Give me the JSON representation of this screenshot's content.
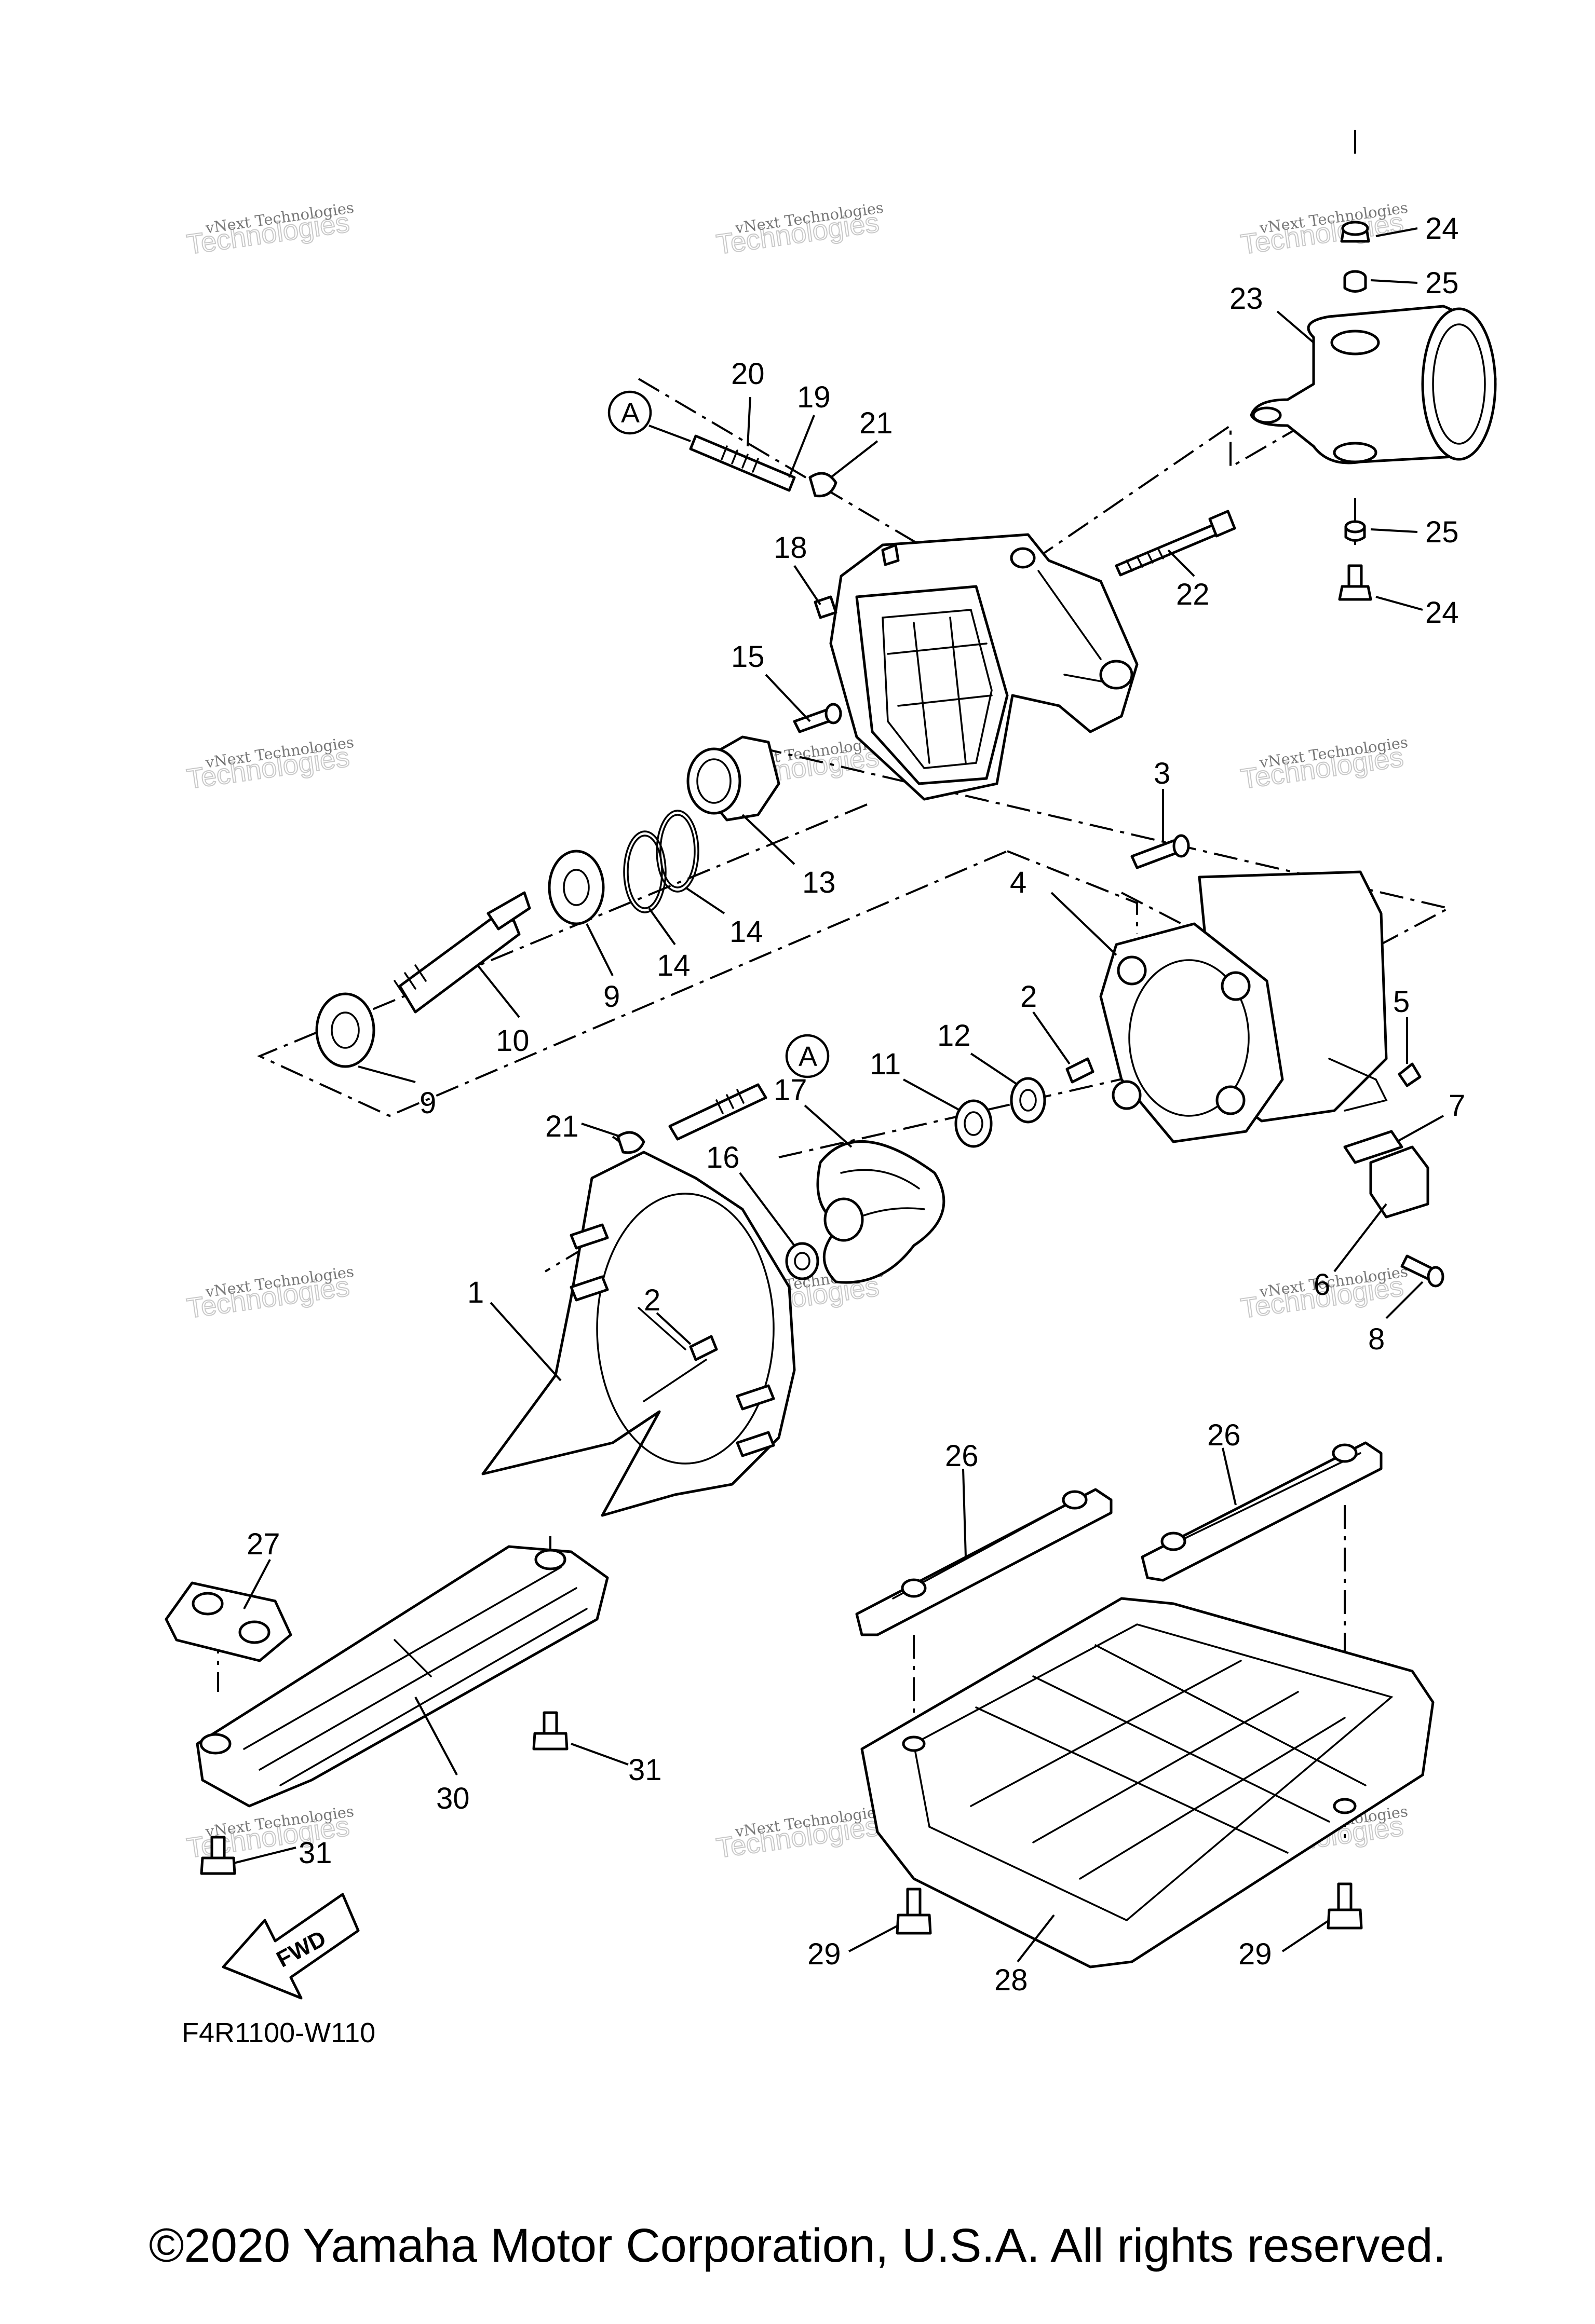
{
  "diagram": {
    "ref_code": "F4R1100-W110",
    "fwd_label": "FWD",
    "junction_marker": "A",
    "watermark": {
      "line1": "vNext Technologies",
      "line2": "Technologies",
      "line0": "vNext"
    },
    "callouts": {
      "c1": "1",
      "c2a": "2",
      "c2b": "2",
      "c3": "3",
      "c4": "4",
      "c5": "5",
      "c6": "6",
      "c7": "7",
      "c8": "8",
      "c9a": "9",
      "c9b": "9",
      "c10": "10",
      "c11": "11",
      "c12": "12",
      "c13": "13",
      "c14a": "14",
      "c14b": "14",
      "c15": "15",
      "c16": "16",
      "c17": "17",
      "c18": "18",
      "c19": "19",
      "c20": "20",
      "c21a": "21",
      "c21b": "21",
      "c22": "22",
      "c23": "23",
      "c24a": "24",
      "c24b": "24",
      "c25a": "25",
      "c25b": "25",
      "c26a": "26",
      "c26b": "26",
      "c27": "27",
      "c28": "28",
      "c29a": "29",
      "c29b": "29",
      "c30": "30",
      "c31a": "31",
      "c31b": "31"
    }
  },
  "footer": {
    "copyright": "©2020 Yamaha Motor Corporation, U.S.A. All rights reserved."
  }
}
